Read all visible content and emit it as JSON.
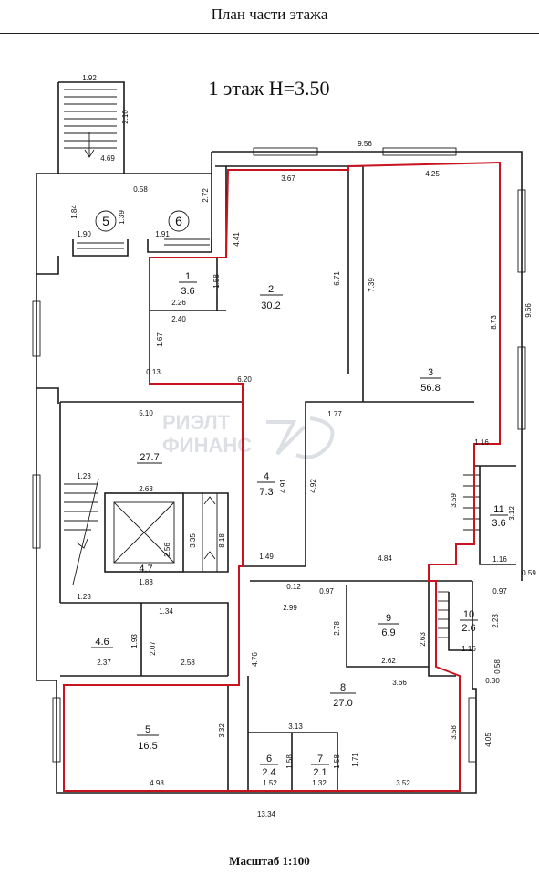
{
  "header": {
    "title": "План части этажа"
  },
  "floor": {
    "title": "1 этаж H=3.50"
  },
  "scale": {
    "label": "Масштаб 1:100"
  },
  "watermark": {
    "line1": "РИЭЛТ",
    "line2": "ФИНАНС"
  },
  "stair_markers": [
    {
      "label": "5"
    },
    {
      "label": "6"
    }
  ],
  "rooms": [
    {
      "number": "1",
      "area": "3.6"
    },
    {
      "number": "2",
      "area": "30.2"
    },
    {
      "number": "3",
      "area": "56.8"
    },
    {
      "number": "4",
      "area": "7.3"
    },
    {
      "number": "5",
      "area": "16.5"
    },
    {
      "number": "6",
      "area": "2.4"
    },
    {
      "number": "7",
      "area": "2.1"
    },
    {
      "number": "8",
      "area": "27.0"
    },
    {
      "number": "9",
      "area": "6.9"
    },
    {
      "number": "10",
      "area": "2.6"
    },
    {
      "number": "11",
      "area": "3.6"
    }
  ],
  "unnumbered_areas": [
    {
      "area": "27.7"
    },
    {
      "area": "4.7"
    },
    {
      "area": "4.6"
    }
  ],
  "dimensions": [
    "1.92",
    "2.10",
    "4.69",
    "9.56",
    "3.67",
    "4.25",
    "0.58",
    "2.72",
    "1.84",
    "1.39",
    "1.90",
    "1.91",
    "4.41",
    "1.58",
    "2.26",
    "2.40",
    "6.71",
    "7.39",
    "8.73",
    "9.66",
    "1.67",
    "0.13",
    "6.20",
    "5.10",
    "1.77",
    "1.16",
    "4.91",
    "4.92",
    "1.23",
    "2.63",
    "3.59",
    "3.12",
    "2.56",
    "3.35",
    "8.18",
    "1.83",
    "1.16",
    "1.49",
    "4.84",
    "0.59",
    "1.23",
    "1.34",
    "0.12",
    "0.97",
    "0.97",
    "2.99",
    "2.78",
    "2.23",
    "1.93",
    "2.07",
    "2.63",
    "2.62",
    "1.16",
    "2.37",
    "2.58",
    "0.58",
    "4.76",
    "3.66",
    "0.30",
    "3.32",
    "3.13",
    "3.58",
    "4.05",
    "1.58",
    "1.58",
    "1.71",
    "4.98",
    "1.52",
    "1.32",
    "3.52",
    "13.34"
  ]
}
